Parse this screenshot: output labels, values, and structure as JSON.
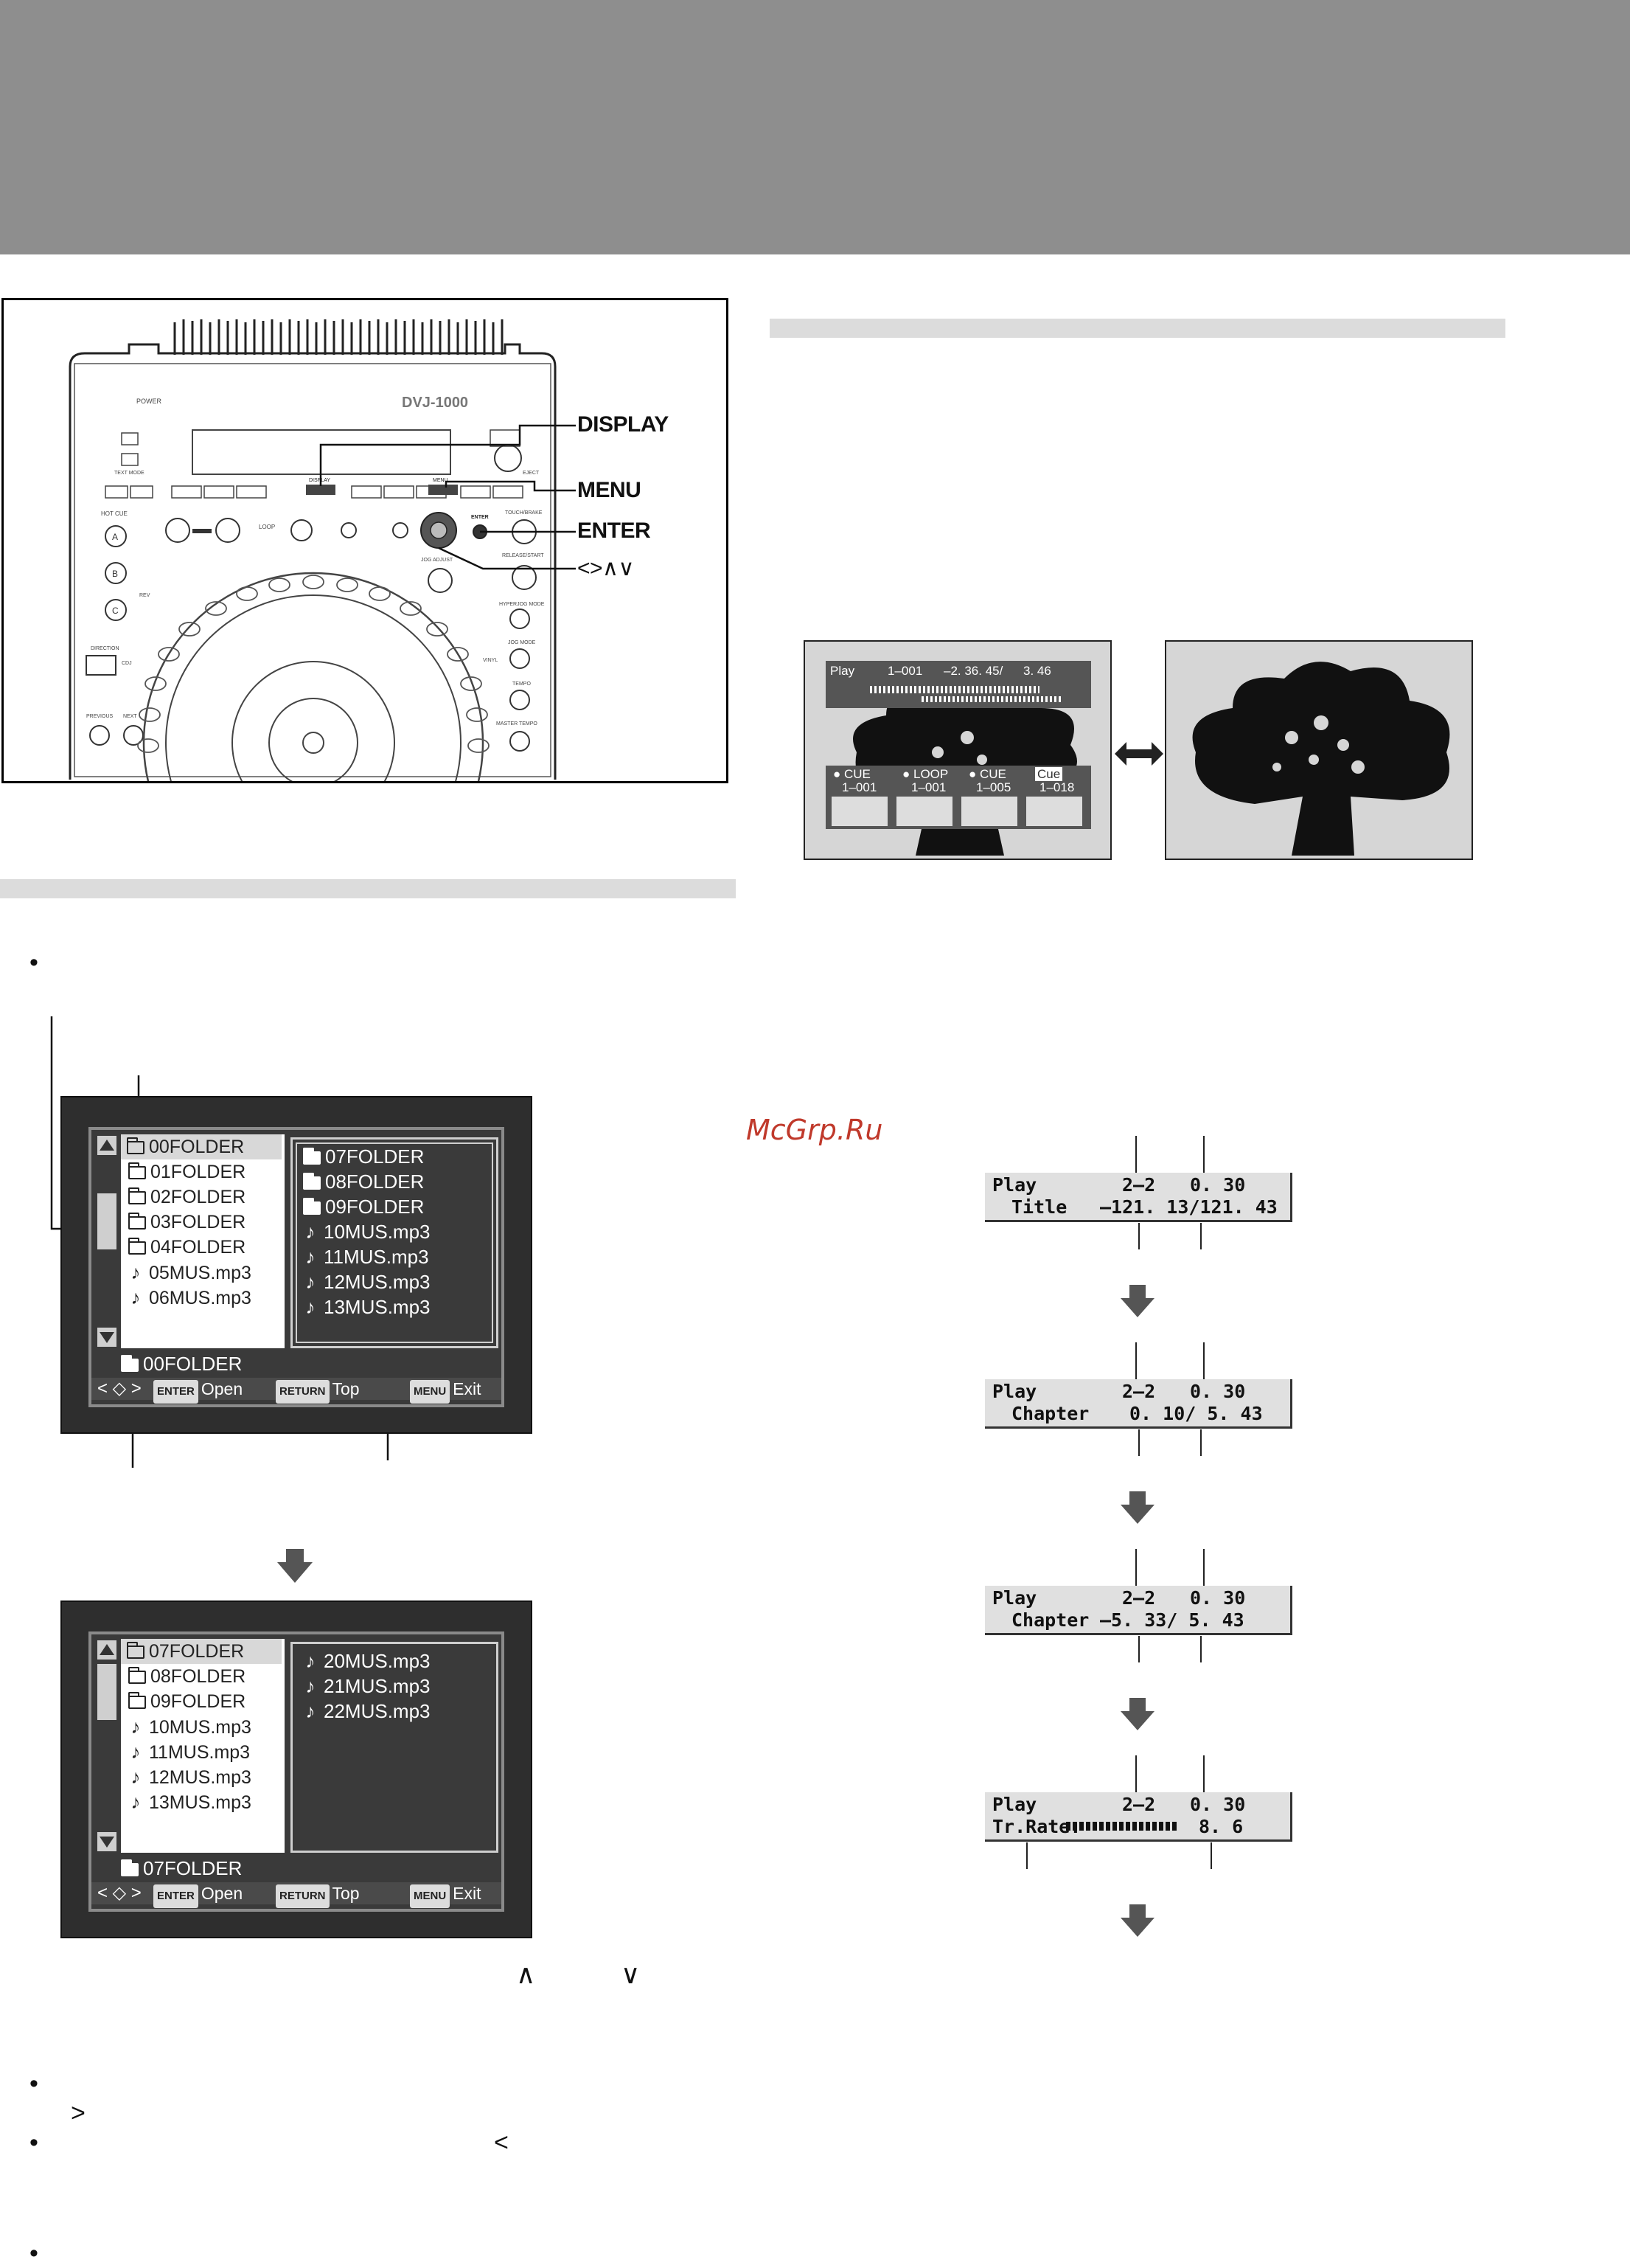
{
  "device": {
    "model": "DVJ-1000",
    "callouts": [
      "DISPLAY",
      "MENU",
      "ENTER",
      "<>∧∨"
    ],
    "panel_labels": {
      "power": "POWER",
      "eject": "EJECT",
      "display": "DISPLAY",
      "menu": "MENU",
      "enter": "ENTER",
      "hot_cue": "HOT CUE",
      "loop": "LOOP",
      "tempo": "TEMPO",
      "master_tempo": "MASTER TEMPO",
      "jog_mode": "JOG MODE",
      "release_start": "RELEASE/START",
      "touch_brake": "TOUCH/BRAKE",
      "direction": "DIRECTION",
      "previous": "PREVIOUS",
      "next": "NEXT",
      "vinyl": "VINYL",
      "cdj": "CDJ",
      "rev": "REV",
      "text_mode": "TEXT MODE",
      "jog_adjust": "JOG ADJUST",
      "hyperjog_mode": "HYPERJOG MODE"
    }
  },
  "browser_screen_1": {
    "left_items": [
      {
        "label": "00FOLDER",
        "kind": "folder-open",
        "selected": true
      },
      {
        "label": "01FOLDER",
        "kind": "folder"
      },
      {
        "label": "02FOLDER",
        "kind": "folder"
      },
      {
        "label": "03FOLDER",
        "kind": "folder-open"
      },
      {
        "label": "04FOLDER",
        "kind": "folder"
      },
      {
        "label": "05MUS.mp3",
        "kind": "note"
      },
      {
        "label": "06MUS.mp3",
        "kind": "note"
      }
    ],
    "right_items": [
      {
        "label": "07FOLDER",
        "kind": "folder"
      },
      {
        "label": "08FOLDER",
        "kind": "folder"
      },
      {
        "label": "09FOLDER",
        "kind": "folder"
      },
      {
        "label": "10MUS.mp3",
        "kind": "note"
      },
      {
        "label": "11MUS.mp3",
        "kind": "note"
      },
      {
        "label": "12MUS.mp3",
        "kind": "note"
      },
      {
        "label": "13MUS.mp3",
        "kind": "note"
      }
    ],
    "current": "00FOLDER",
    "footer": {
      "enter_key": "ENTER",
      "enter_label": "Open",
      "return_key": "RETURN",
      "return_label": "Top",
      "menu_key": "MENU",
      "menu_label": "Exit"
    }
  },
  "browser_screen_2": {
    "left_items": [
      {
        "label": "07FOLDER",
        "kind": "folder-open",
        "selected": true
      },
      {
        "label": "08FOLDER",
        "kind": "folder"
      },
      {
        "label": "09FOLDER",
        "kind": "folder"
      },
      {
        "label": "10MUS.mp3",
        "kind": "note"
      },
      {
        "label": "11MUS.mp3",
        "kind": "note"
      },
      {
        "label": "12MUS.mp3",
        "kind": "note"
      },
      {
        "label": "13MUS.mp3",
        "kind": "note"
      }
    ],
    "right_items": [
      {
        "label": "20MUS.mp3",
        "kind": "note"
      },
      {
        "label": "21MUS.mp3",
        "kind": "note"
      },
      {
        "label": "22MUS.mp3",
        "kind": "note"
      }
    ],
    "current": "07FOLDER",
    "footer": {
      "enter_key": "ENTER",
      "enter_label": "Open",
      "return_key": "RETURN",
      "return_label": "Top",
      "menu_key": "MENU",
      "menu_label": "Exit"
    }
  },
  "key_glyphs": {
    "up": "∧",
    "down": "∨",
    "right": ">",
    "left": "<",
    "bullet": "•"
  },
  "tv_osd": {
    "top_row": {
      "mode": "Play",
      "track": "1–001",
      "time": "–2. 36. 45/",
      "total": "3. 46"
    },
    "cues": [
      {
        "label": "CUE",
        "value": "1–001"
      },
      {
        "label": "LOOP",
        "value": "1–001"
      },
      {
        "label": "CUE",
        "value": "1–005"
      },
      {
        "label": "Cue",
        "value": "1–018"
      }
    ]
  },
  "watermark": "McGrp.Ru",
  "lcd_panels": [
    {
      "line1_left": "Play",
      "line1_mid": "2–2",
      "line1_right": "0. 30",
      "line2_label": "Title",
      "line2_value": "–121. 13/121. 43"
    },
    {
      "line1_left": "Play",
      "line1_mid": "2–2",
      "line1_right": "0. 30",
      "line2_label": "Chapter",
      "line2_value": "0. 10/  5. 43"
    },
    {
      "line1_left": "Play",
      "line1_mid": "2–2",
      "line1_right": "0. 30",
      "line2_label": "Chapter",
      "line2_value": "–5. 33/  5. 43"
    },
    {
      "line1_left": "Play",
      "line1_mid": "2–2",
      "line1_right": "0. 30",
      "line2_label": "Tr.Rate:",
      "line2_value": "8. 6"
    }
  ],
  "colors": {
    "header": "#8e8e8e",
    "section_bar": "#dcdcdc",
    "screen_bg": "#2e2e2e",
    "lcd_bg": "#e0e0e0",
    "watermark": "#c0392b"
  }
}
